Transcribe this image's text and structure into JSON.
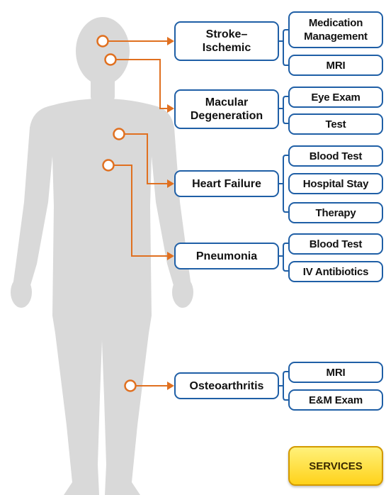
{
  "colors": {
    "connector": "#e07020",
    "box_border": "#1f5fa6",
    "silhouette": "#d9d9d9",
    "services_fill": "#ffd21a"
  },
  "conditions": [
    {
      "label": "Stroke–\nIschemic",
      "services": [
        "Medication\nManagement",
        "MRI"
      ]
    },
    {
      "label": "Macular\nDegeneration",
      "services": [
        "Eye Exam",
        "Test"
      ]
    },
    {
      "label": "Heart Failure",
      "services": [
        "Blood Test",
        "Hospital Stay",
        "Therapy"
      ]
    },
    {
      "label": "Pneumonia",
      "services": [
        "Blood Test",
        "IV Antibiotics"
      ]
    },
    {
      "label": "Osteoarthritis",
      "services": [
        "MRI",
        "E&M Exam"
      ]
    }
  ],
  "services_button": {
    "label": "SERVICES"
  }
}
